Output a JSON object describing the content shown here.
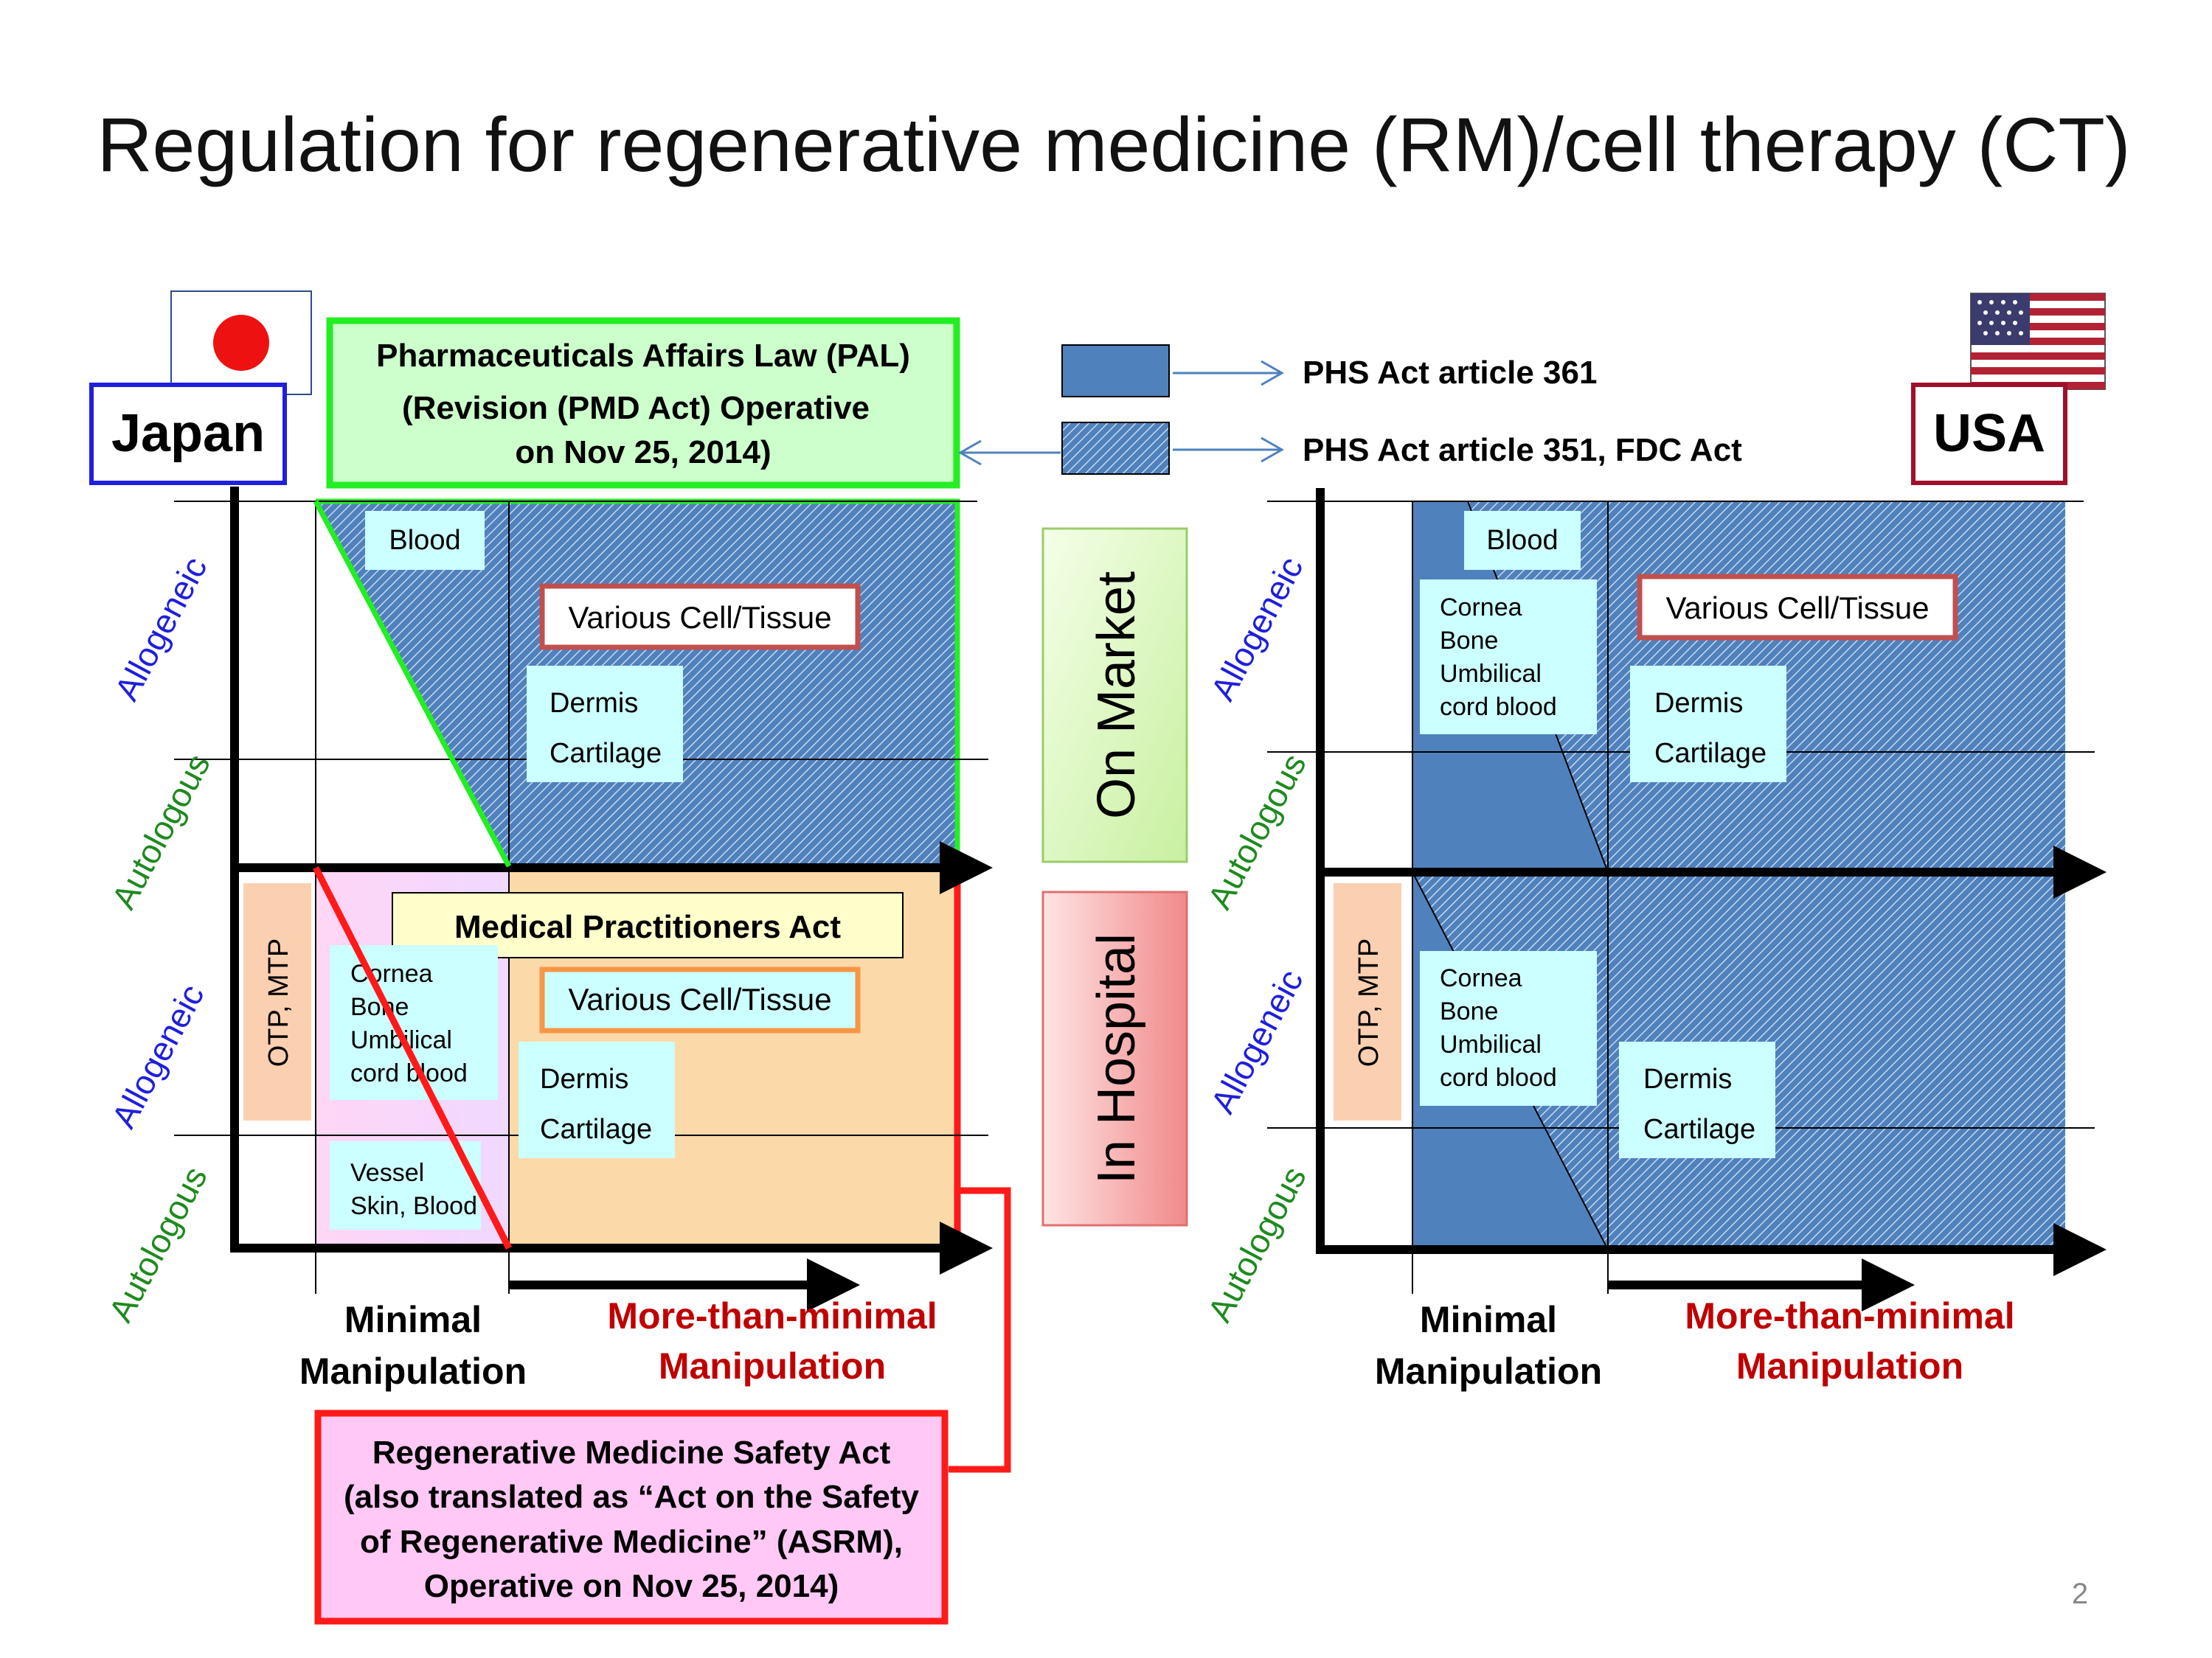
{
  "title": "Regulation for regenerative medicine (RM)/cell therapy (CT)",
  "page_number": "2",
  "colors": {
    "blue_fill": "#4f81bd",
    "green_border": "#22ee22",
    "red_border": "#ff1a1a",
    "pal_fill": "#ccffcc",
    "orange_fill": "#fcd9a8",
    "pink_fill": "#ffc8f5",
    "cyan_box": "#ccffff",
    "otp_fill": "#fbd0b0"
  },
  "japan": {
    "label": "Japan",
    "flag": "japan-flag",
    "pal_box": {
      "line1": "Pharmaceuticals Affairs Law (PAL)",
      "line2": "(Revision (PMD Act) Operative",
      "line3": "on Nov 25, 2014)"
    },
    "mpa_label": "Medical Practitioners Act",
    "blood": "Blood",
    "various_top": "Various Cell/Tissue",
    "various_bottom": "Various Cell/Tissue",
    "dermis_top": [
      "Dermis",
      "Cartilage"
    ],
    "dermis_bottom": [
      "Dermis",
      "Cartilage"
    ],
    "cornea": [
      "Cornea",
      "Bone",
      "Umbilical",
      "cord blood"
    ],
    "vessel": [
      "Vessel",
      "Skin, Blood"
    ],
    "otp": "OTP, MTP",
    "y_labels": [
      "Allogeneic",
      "Autologous",
      "Allogeneic",
      "Autologous"
    ],
    "x_minimal": [
      "Minimal",
      "Manipulation"
    ],
    "x_more": [
      "More-than-minimal",
      "Manipulation"
    ],
    "rmsa_box": [
      "Regenerative Medicine Safety Act",
      "(also translated as “Act on the Safety",
      "of Regenerative Medicine” (ASRM),",
      "Operative on Nov 25, 2014)"
    ]
  },
  "legend": {
    "solid_label": "PHS Act article 361",
    "hatched_label": "PHS Act article 351, FDC Act"
  },
  "middle": {
    "on_market": "On Market",
    "in_hospital": "In Hospital"
  },
  "usa": {
    "label": "USA",
    "flag": "usa-flag",
    "blood": "Blood",
    "various_top": "Various Cell/Tissue",
    "cornea_top": [
      "Cornea",
      "Bone",
      "Umbilical",
      "cord blood"
    ],
    "dermis_top": [
      "Dermis",
      "Cartilage"
    ],
    "cornea_bottom": [
      "Cornea",
      "Bone",
      "Umbilical",
      "cord  blood"
    ],
    "dermis_bottom": [
      "Dermis",
      "Cartilage"
    ],
    "otp": "OTP, MTP",
    "y_labels": [
      "Allogeneic",
      "Autologous",
      "Allogeneic",
      "Autologous"
    ],
    "x_minimal": [
      "Minimal",
      "Manipulation"
    ],
    "x_more": [
      "More-than-minimal",
      "Manipulation"
    ]
  }
}
